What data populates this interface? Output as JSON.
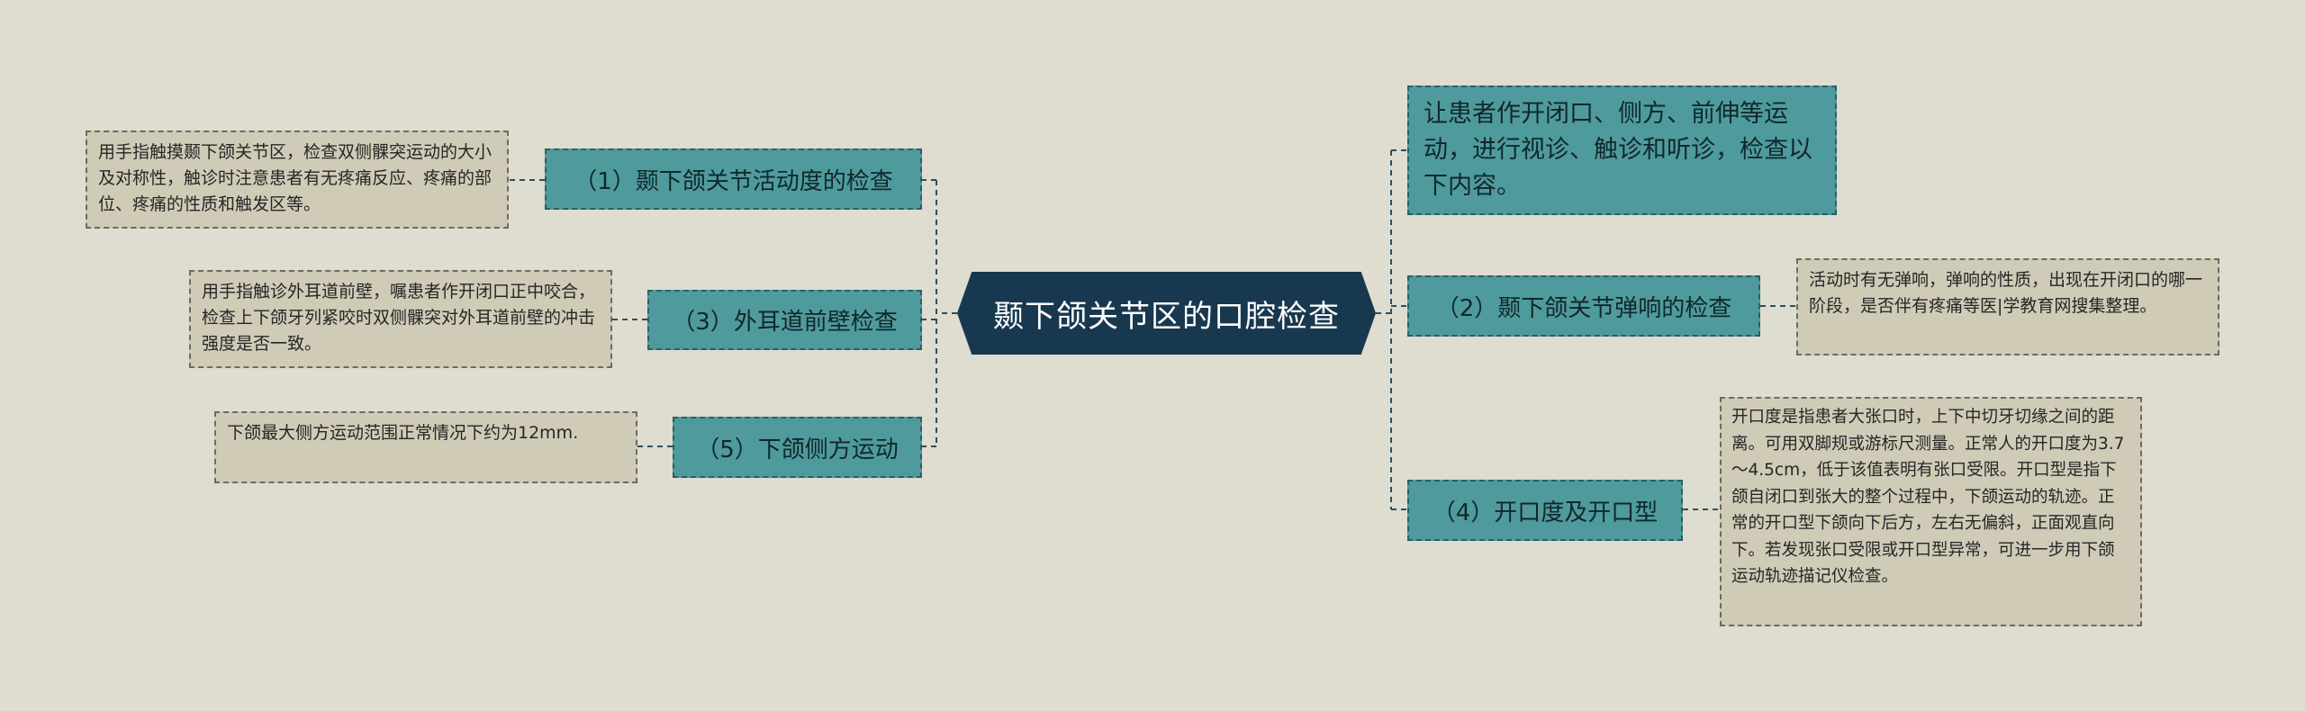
{
  "central": {
    "title": "颞下颌关节区的口腔检查"
  },
  "left": [
    {
      "topic": "（1）颞下颌关节活动度的检查",
      "detail": "用手指触摸颞下颌关节区，检查双侧髁突运动的大小及对称性，触诊时注意患者有无疼痛反应、疼痛的部位、疼痛的性质和触发区等。"
    },
    {
      "topic": "（3）外耳道前壁检查",
      "detail": "用手指触诊外耳道前壁，嘱患者作开闭口正中咬合，检查上下颌牙列紧咬时双侧髁突对外耳道前壁的冲击强度是否一致。"
    },
    {
      "topic": "（5）下颌侧方运动",
      "detail": "下颌最大侧方运动范围正常情况下约为12mm."
    }
  ],
  "right": [
    {
      "topic": "让患者作开闭口、侧方、前伸等运动，进行视诊、触诊和听诊，检查以下内容。"
    },
    {
      "topic": "（2）颞下颌关节弹响的检查",
      "detail": "活动时有无弹响，弹响的性质，出现在开闭口的哪一阶段，是否伴有疼痛等医|学教育网搜集整理。"
    },
    {
      "topic": "（4）开口度及开口型",
      "detail": "开口度是指患者大张口时，上下中切牙切缘之间的距离。可用双脚规或游标尺测量。正常人的开口度为3.7～4.5cm，低于该值表明有张口受限。开口型是指下颌自闭口到张大的整个过程中，下颌运动的轨迹。正常的开口型下颌向下后方，左右无偏斜，正面观直向下。若发现张口受限或开口型异常，可进一步用下颌运动轨迹描记仪检查。"
    }
  ]
}
